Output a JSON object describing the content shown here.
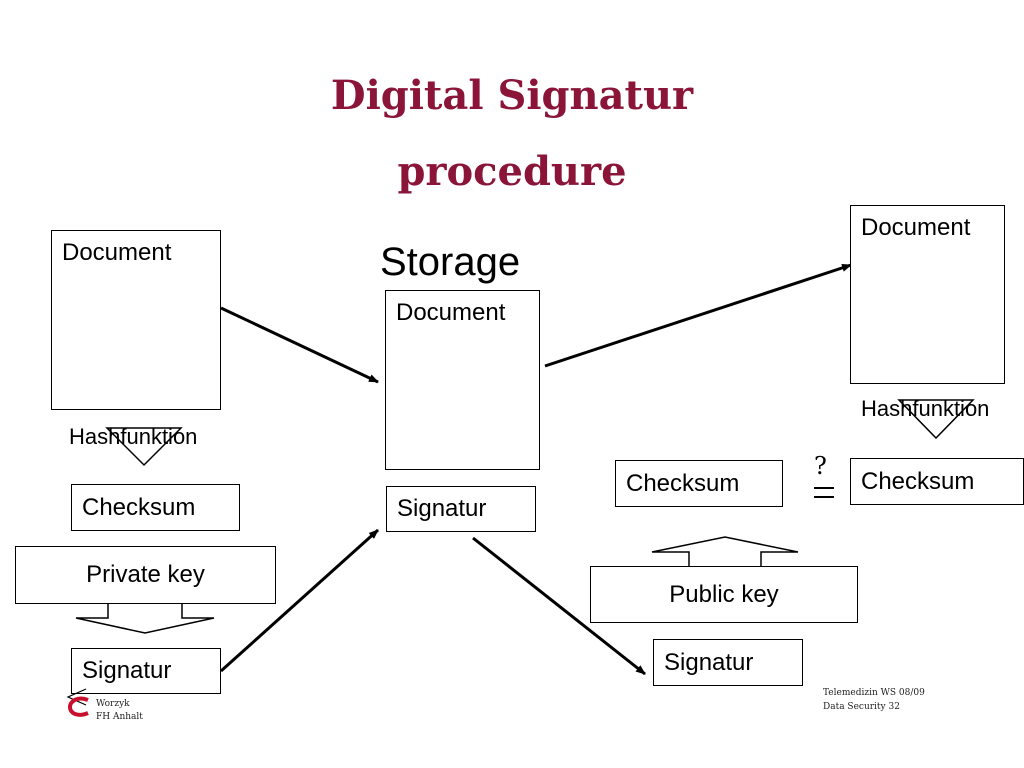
{
  "title": {
    "line1": "Digital Signatur",
    "line2": "procedure"
  },
  "left": {
    "document": "Document",
    "hashfunktion": "Hashfunktion",
    "checksum": "Checksum",
    "private_key": "Private key",
    "signatur": "Signatur"
  },
  "storage": {
    "heading": "Storage",
    "document": "Document",
    "signatur": "Signatur"
  },
  "right": {
    "document": "Document",
    "hashfunktion": "Hashfunktion",
    "checksum_computed": "Checksum",
    "compare_symbol": "?",
    "checksum_decrypted": "Checksum",
    "public_key": "Public key",
    "signatur": "Signatur"
  },
  "footer": {
    "author": "Worzyk",
    "institution": "FH Anhalt",
    "course": "Telemedizin WS 08/09",
    "slide": "Data Security 32"
  },
  "colors": {
    "title": "#8b1538",
    "logo": "#c8102e"
  }
}
